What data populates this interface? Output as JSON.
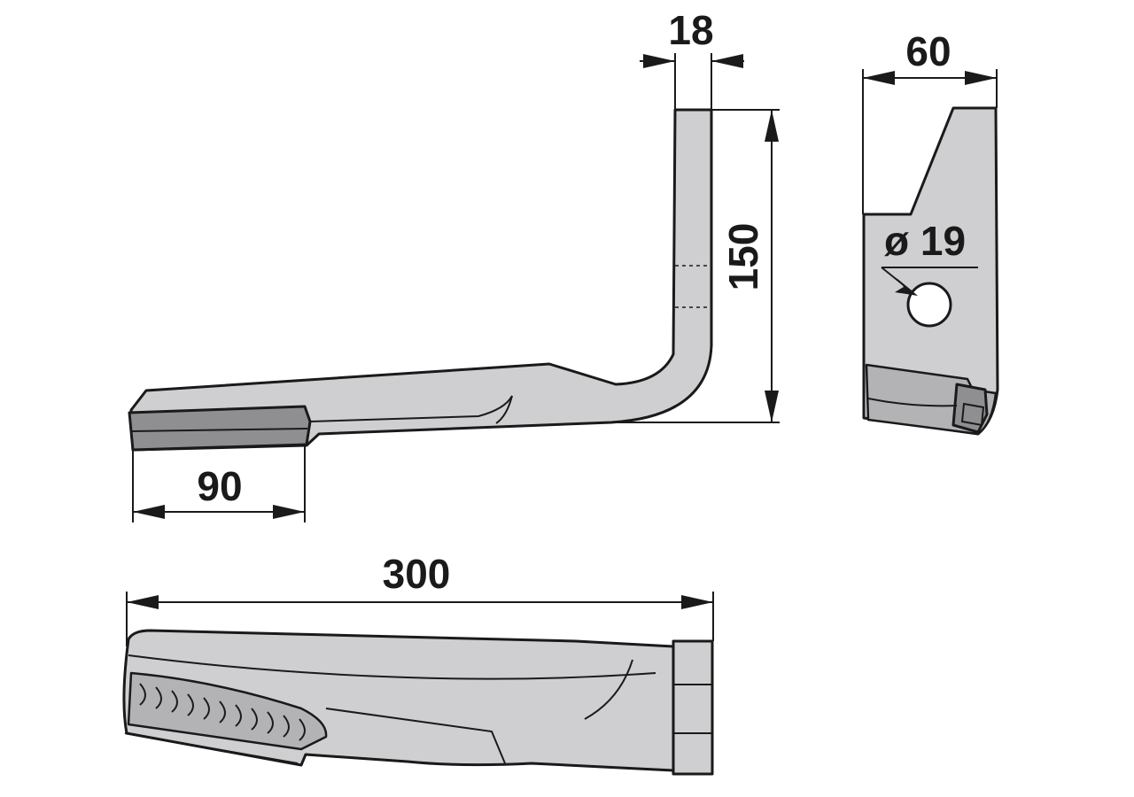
{
  "dimensions": {
    "width_top": "18",
    "height": "150",
    "end_width": "60",
    "hole_diameter": "ø 19",
    "blade_tip": "90",
    "total_length": "300"
  }
}
